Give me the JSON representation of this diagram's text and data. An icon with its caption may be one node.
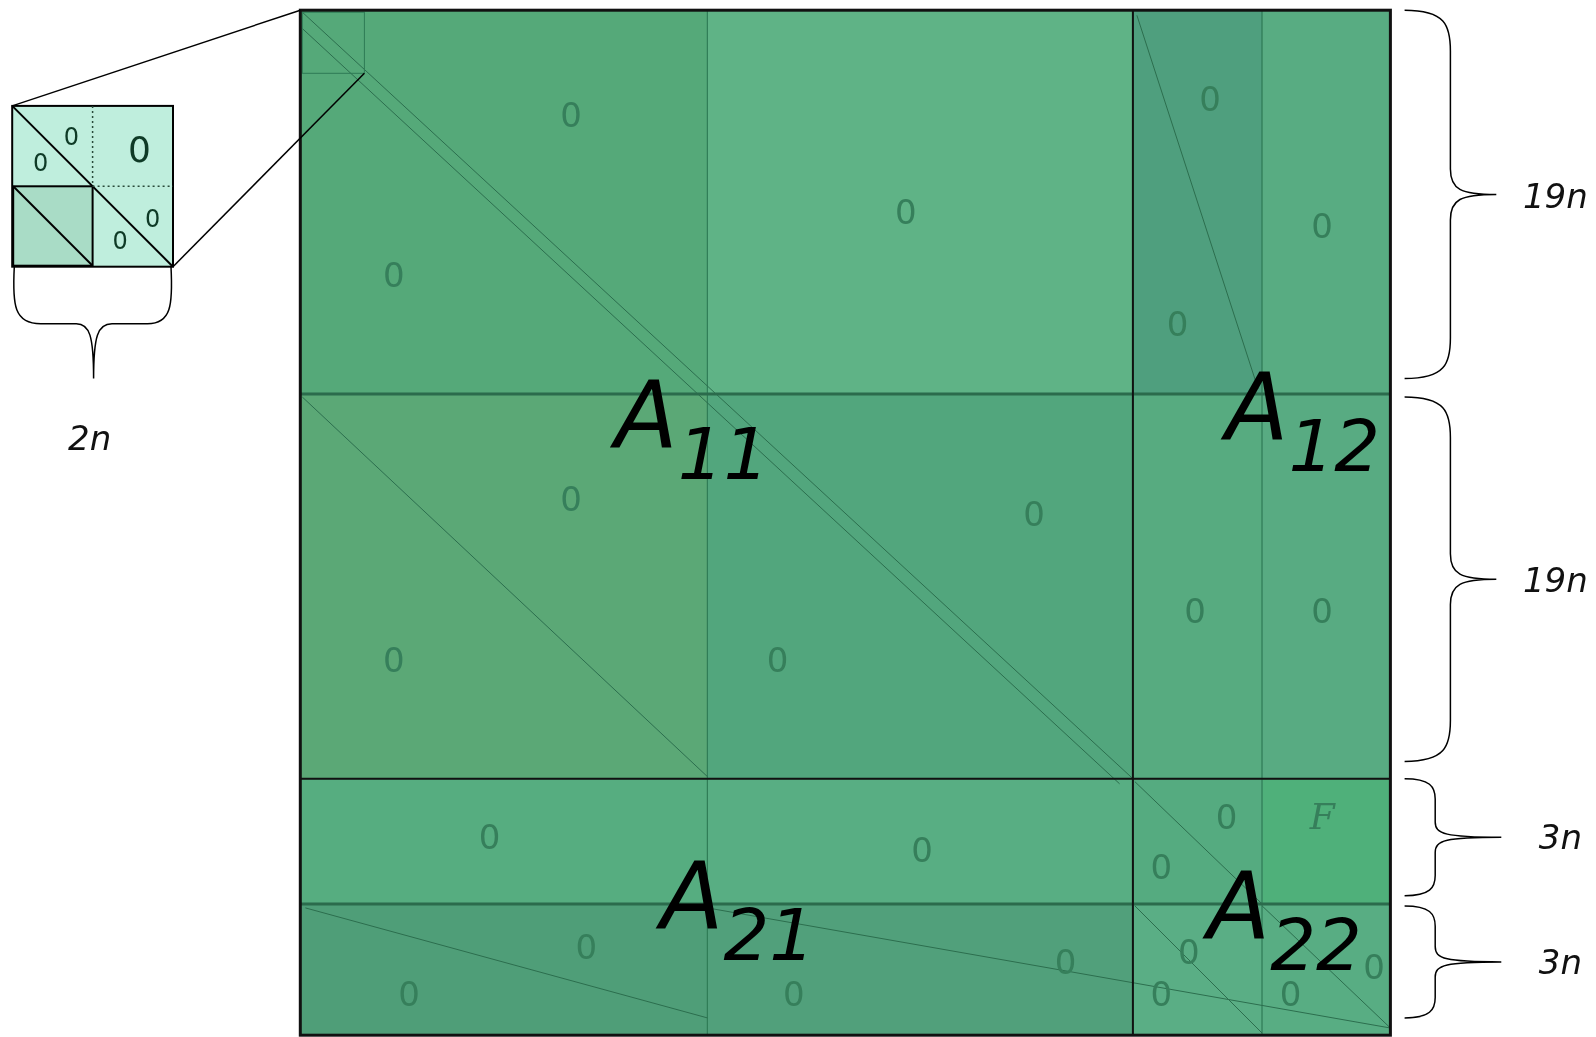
{
  "diagram": {
    "labels": [
      "0",
      "0",
      "0",
      "0",
      "0",
      "2n",
      "0",
      "0",
      "0",
      "19n",
      "0",
      "0",
      "0",
      "A$_{11}$",
      "A$_{12}$",
      "0",
      "0",
      "0",
      "0",
      "0",
      "0",
      "19n",
      "0",
      "0",
      "0",
      "F",
      "0",
      "3n",
      "0",
      "A$_{21}$",
      "A$_{22}$",
      "0",
      "0",
      "0",
      "0",
      "3n",
      "0",
      "0",
      "0"
    ]
  }
}
